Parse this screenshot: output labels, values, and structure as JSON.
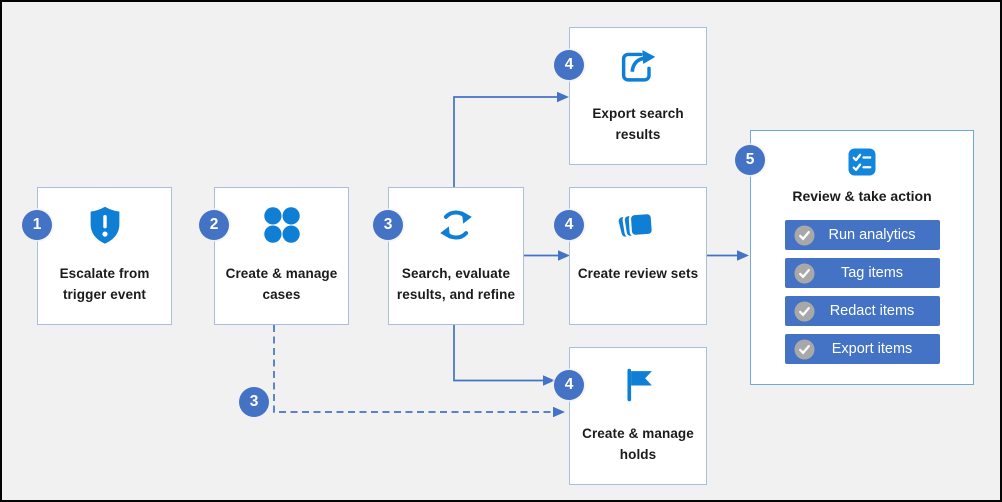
{
  "palette": {
    "background": "#f1f1f2",
    "frame_border": "#000000",
    "card_background": "#ffffff",
    "card_border": "#a9bfe0",
    "panel_border": "#6fa9da",
    "connector_blue": "#4472c4",
    "badge_blue": "#4472c4",
    "action_button_blue": "#4472c4",
    "icon_blue": "#0f7fd6",
    "checklist_tile_blue": "#1286dd",
    "check_circle_gray": "#a8a8a8",
    "label_text": "#1b1b1b",
    "action_text": "#ffffff"
  },
  "steps": {
    "escalate": {
      "badge": "1",
      "label": "Escalate from trigger event",
      "icon": "shield-alert-icon"
    },
    "cases": {
      "badge": "2",
      "label": "Create & manage cases",
      "icon": "dots-grid-icon"
    },
    "search": {
      "badge": "3",
      "label": "Search, evaluate results, and refine",
      "icon": "sync-icon"
    },
    "export_search": {
      "badge": "4",
      "label": "Export search results",
      "icon": "export-arrow-icon"
    },
    "review_sets": {
      "badge": "4",
      "label": "Create review sets",
      "icon": "stacked-cards-icon"
    },
    "holds": {
      "badge": "4",
      "label": "Create & manage holds",
      "icon": "flag-icon"
    },
    "review_action": {
      "badge": "5",
      "label": "Review & take action",
      "icon": "checklist-icon"
    }
  },
  "branch_badge": "3",
  "actions": [
    {
      "label": "Run analytics"
    },
    {
      "label": "Tag items"
    },
    {
      "label": "Redact items"
    },
    {
      "label": "Export items"
    }
  ]
}
